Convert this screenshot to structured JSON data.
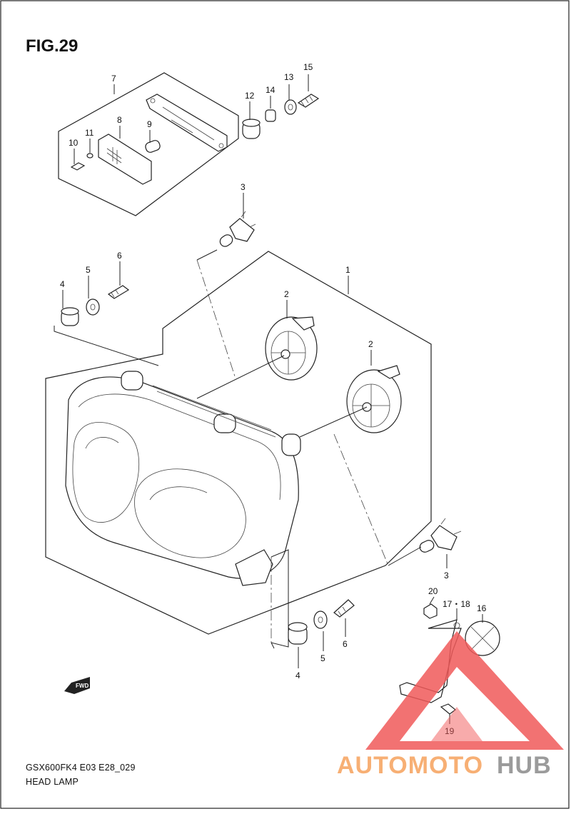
{
  "figure": {
    "title": "FIG.29",
    "model_code": "GSX600FK4 E03 E28_029",
    "caption": "HEAD LAMP",
    "fwd_label": "FWD"
  },
  "callouts": [
    {
      "id": "c1",
      "label": "1"
    },
    {
      "id": "c2a",
      "label": "2"
    },
    {
      "id": "c2b",
      "label": "2"
    },
    {
      "id": "c3a",
      "label": "3"
    },
    {
      "id": "c3b",
      "label": "3"
    },
    {
      "id": "c4a",
      "label": "4"
    },
    {
      "id": "c4b",
      "label": "4"
    },
    {
      "id": "c5a",
      "label": "5"
    },
    {
      "id": "c5b",
      "label": "5"
    },
    {
      "id": "c6a",
      "label": "6"
    },
    {
      "id": "c6b",
      "label": "6"
    },
    {
      "id": "c7",
      "label": "7"
    },
    {
      "id": "c8",
      "label": "8"
    },
    {
      "id": "c9",
      "label": "9"
    },
    {
      "id": "c10",
      "label": "10"
    },
    {
      "id": "c11",
      "label": "11"
    },
    {
      "id": "c12",
      "label": "12"
    },
    {
      "id": "c13",
      "label": "13"
    },
    {
      "id": "c14",
      "label": "14"
    },
    {
      "id": "c15",
      "label": "15"
    },
    {
      "id": "c16",
      "label": "16"
    },
    {
      "id": "c1718",
      "label": "17・18"
    },
    {
      "id": "c19",
      "label": "19"
    },
    {
      "id": "c20",
      "label": "20"
    }
  ],
  "watermark": {
    "part1": "AUTOMOTO",
    "part2": "HUB",
    "color1": "#f6a25c",
    "color2": "#8a8a8a",
    "triangle_color": "#f05a5a"
  }
}
